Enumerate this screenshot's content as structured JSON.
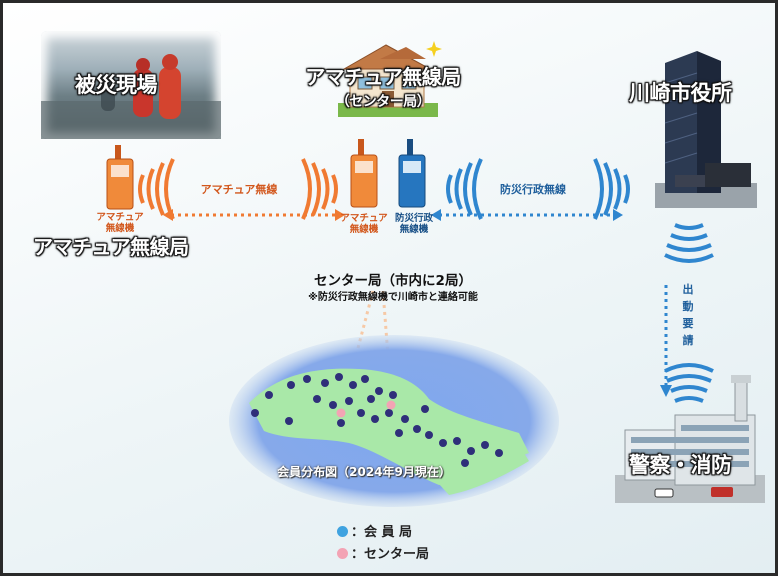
{
  "nodes": {
    "disaster_site": "被災現場",
    "amateur_station": "アマチュア無線局",
    "center_station_line1": "アマチュア無線局",
    "center_station_line2": "（センター局）",
    "city_hall": "川崎市役所",
    "police_fire": "警察・消防"
  },
  "radios": {
    "amateur_left": "アマチュア\n無線機",
    "amateur_center": "アマチュア\n無線機",
    "bousai_center": "防災行政\n無線機"
  },
  "links": {
    "amateur_radio": "アマチュア無線",
    "disaster_admin_radio": "防災行政無線",
    "dispatch_request": "出動要請"
  },
  "center_info": {
    "title": "センター局（市内に2局）",
    "note": "※防災行政無線機で川崎市と連絡可能"
  },
  "map": {
    "caption": "会員分布図（2024年9月現在）"
  },
  "legend": [
    {
      "label": "：会 員 局",
      "color": "#3fa3e0"
    },
    {
      "label": "：センター局",
      "color": "#f3a3b4"
    }
  ],
  "colors": {
    "amateur": "#f07a32",
    "bousai": "#2f86cf",
    "land": "#a9e8a8",
    "sea": "#7fa8ef"
  }
}
